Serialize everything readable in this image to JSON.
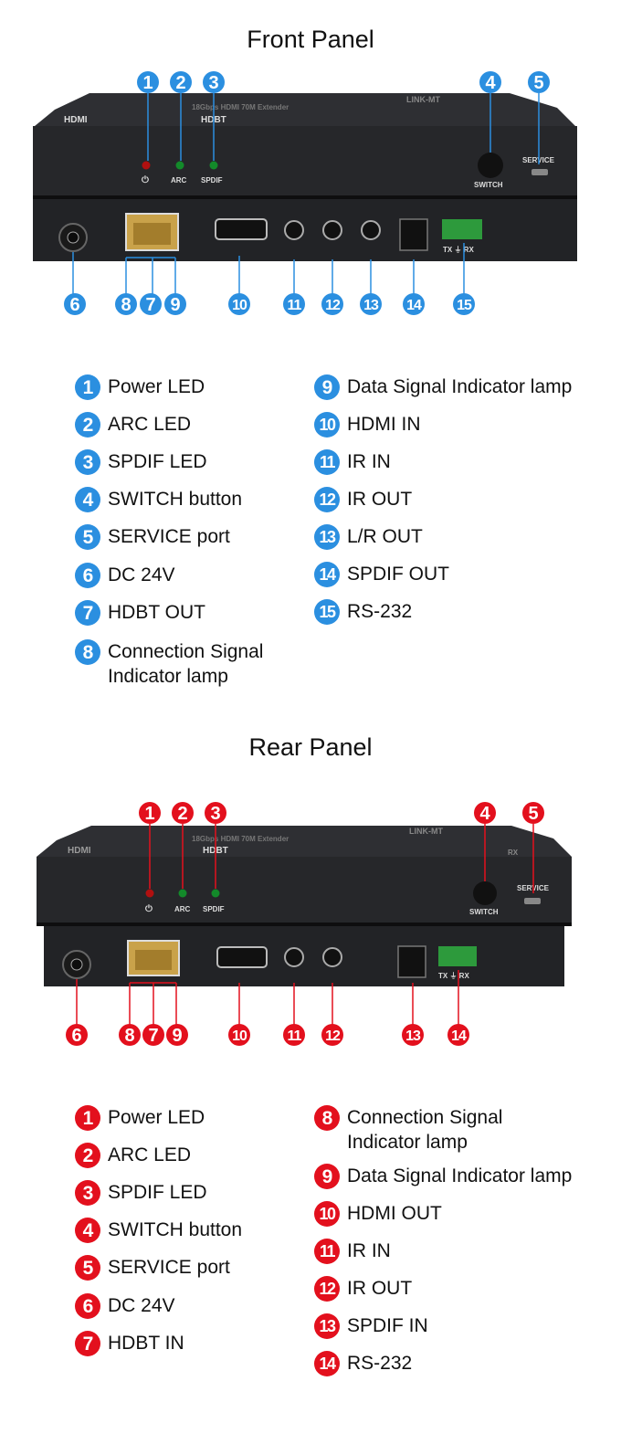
{
  "front": {
    "title": "Front Panel",
    "accent": "#2b8fe0",
    "panel_labels": {
      "arc": "ARC",
      "spdif": "SPDIF",
      "switch": "SWITCH",
      "service": "SERVICE",
      "power_symbol": "⏻",
      "rs232_pins": "TX ⏚ RX",
      "brand_hdmi": "HDMI",
      "brand_hdbt": "HDBT",
      "model_text": "18Gbps HDMI  70M Extender",
      "model_code": "LINK-MT"
    },
    "callouts": [
      "1",
      "2",
      "3",
      "4",
      "5",
      "6",
      "8",
      "7",
      "9",
      "10",
      "11",
      "12",
      "13",
      "14",
      "15"
    ],
    "legend_left": [
      {
        "n": "1",
        "text": "Power LED"
      },
      {
        "n": "2",
        "text": "ARC LED"
      },
      {
        "n": "3",
        "text": "SPDIF LED"
      },
      {
        "n": "4",
        "text": "SWITCH button"
      },
      {
        "n": "5",
        "text": "SERVICE port"
      },
      {
        "n": "6",
        "text": "DC 24V"
      },
      {
        "n": "7",
        "text": "HDBT OUT"
      },
      {
        "n": "8",
        "text": "Connection Signal Indicator lamp"
      }
    ],
    "legend_right": [
      {
        "n": "9",
        "text": "Data Signal Indicator lamp"
      },
      {
        "n": "10",
        "text": "HDMI IN"
      },
      {
        "n": "11",
        "text": "IR IN"
      },
      {
        "n": "12",
        "text": "IR OUT"
      },
      {
        "n": "13",
        "text": "L/R OUT"
      },
      {
        "n": "14",
        "text": "SPDIF OUT"
      },
      {
        "n": "15",
        "text": "RS-232"
      }
    ]
  },
  "rear": {
    "title": "Rear Panel",
    "accent": "#e3101d",
    "panel_labels": {
      "arc": "ARC",
      "spdif": "SPDIF",
      "switch": "SWITCH",
      "service": "SERVICE",
      "power_symbol": "⏻",
      "rs232_pins": "TX ⏚ RX",
      "brand_hdmi": "HDMI",
      "brand_hdbt": "HDBT",
      "model_text": "18Gbps HDMI  70M Extender",
      "model_code": "LINK-MT",
      "rx_tag": "RX"
    },
    "callouts": [
      "1",
      "2",
      "3",
      "4",
      "5",
      "6",
      "8",
      "7",
      "9",
      "10",
      "11",
      "12",
      "13",
      "14"
    ],
    "legend_left": [
      {
        "n": "1",
        "text": "Power LED"
      },
      {
        "n": "2",
        "text": "ARC LED"
      },
      {
        "n": "3",
        "text": "SPDIF LED"
      },
      {
        "n": "4",
        "text": "SWITCH button"
      },
      {
        "n": "5",
        "text": "SERVICE port"
      },
      {
        "n": "6",
        "text": "DC 24V"
      },
      {
        "n": "7",
        "text": "HDBT IN"
      }
    ],
    "legend_right": [
      {
        "n": "8",
        "text": "Connection Signal Indicator lamp"
      },
      {
        "n": "9",
        "text": "Data Signal Indicator lamp"
      },
      {
        "n": "10",
        "text": "HDMI OUT"
      },
      {
        "n": "11",
        "text": "IR IN"
      },
      {
        "n": "12",
        "text": "IR OUT"
      },
      {
        "n": "13",
        "text": "SPDIF IN"
      },
      {
        "n": "14",
        "text": "RS-232"
      }
    ]
  }
}
